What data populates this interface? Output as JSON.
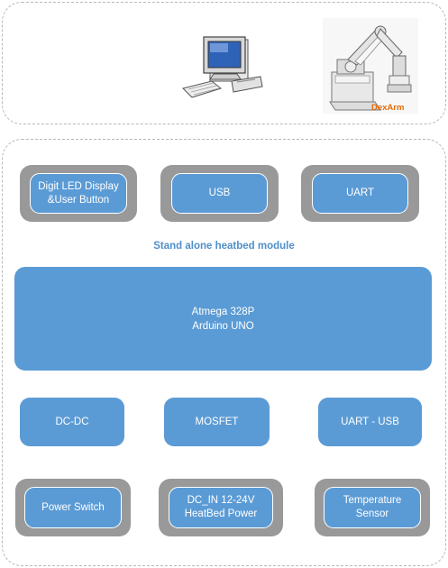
{
  "top_panel": {
    "brand_label": "DexArm"
  },
  "title": "Stand alone heatbed module",
  "row1": {
    "display": {
      "line1": "Digit LED Display",
      "line2": "&User Button"
    },
    "usb": "USB",
    "uart": "UART"
  },
  "mcu": {
    "line1": "Atmega 328P",
    "line2": "Arduino UNO"
  },
  "row3": {
    "dcdc": "DC-DC",
    "mosfet": "MOSFET",
    "uart_usb": "UART - USB"
  },
  "row4": {
    "power_switch": "Power Switch",
    "dc_in": {
      "line1": "DC_IN 12-24V",
      "line2": "HeatBed Power"
    },
    "temp": {
      "line1": "Temperature",
      "line2": "Sensor"
    }
  },
  "colors": {
    "block_blue": "#5b9bd5",
    "frame_gray": "#999999",
    "title_blue": "#4f8fcb",
    "brand_orange": "#e46c0a"
  },
  "icons": [
    "desktop-computer-icon",
    "robot-arm-icon"
  ]
}
